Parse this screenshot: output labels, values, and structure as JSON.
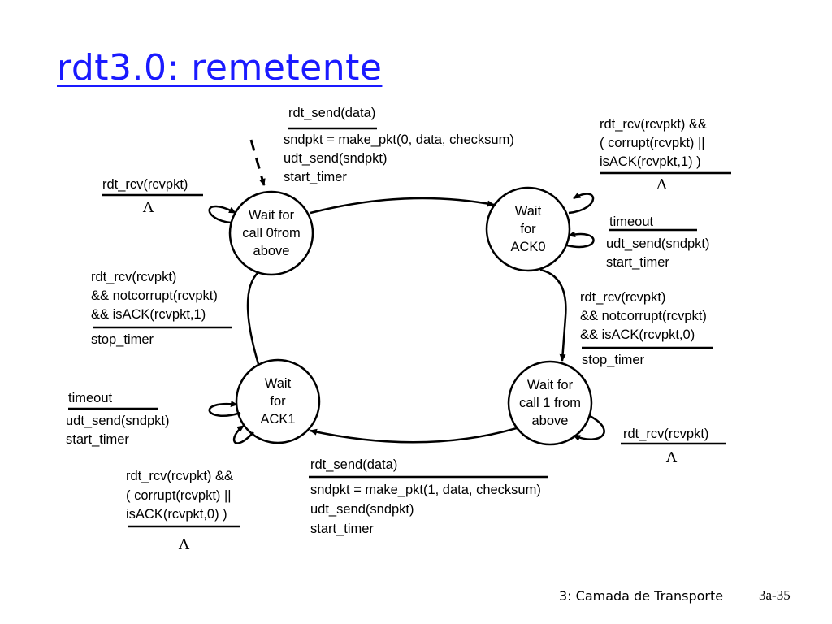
{
  "title": "rdt3.0: remetente",
  "states": [
    {
      "id": "wait-call-0",
      "label": "Wait for\ncall 0from\nabove"
    },
    {
      "id": "wait-ack-0",
      "label": "Wait\nfor\nACK0"
    },
    {
      "id": "wait-call-1",
      "label": "Wait for\ncall 1 from\nabove"
    },
    {
      "id": "wait-ack-1",
      "label": "Wait\nfor\nACK1"
    }
  ],
  "transitions": {
    "send0": {
      "event": "rdt_send(data)",
      "actions": [
        "sndpkt = make_pkt(0, data, checksum)",
        "udt_send(sndpkt)",
        "start_timer"
      ]
    },
    "ack0_bad": {
      "event": [
        "rdt_rcv(rcvpkt) &&",
        "( corrupt(rcvpkt) ||",
        "isACK(rcvpkt,1) )"
      ],
      "action": "Λ"
    },
    "timeout0": {
      "event": "timeout",
      "actions": [
        "udt_send(sndpkt)",
        "start_timer"
      ]
    },
    "ack0_ok": {
      "event": [
        "rdt_rcv(rcvpkt)",
        "&& notcorrupt(rcvpkt)",
        "&& isACK(rcvpkt,0)"
      ],
      "action": "stop_timer"
    },
    "idle1_rcv": {
      "event": "rdt_rcv(rcvpkt)",
      "action": "Λ"
    },
    "send1": {
      "event": "rdt_send(data)",
      "actions": [
        "sndpkt = make_pkt(1, data, checksum)",
        "udt_send(sndpkt)",
        "start_timer"
      ]
    },
    "ack1_bad": {
      "event": [
        "rdt_rcv(rcvpkt) &&",
        "( corrupt(rcvpkt) ||",
        "isACK(rcvpkt,0) )"
      ],
      "action": "Λ"
    },
    "timeout1": {
      "event": "timeout",
      "actions": [
        "udt_send(sndpkt)",
        "start_timer"
      ]
    },
    "ack1_ok": {
      "event": [
        "rdt_rcv(rcvpkt)",
        "&& notcorrupt(rcvpkt)",
        "&& isACK(rcvpkt,1)"
      ],
      "action": "stop_timer"
    },
    "idle0_rcv": {
      "event": "rdt_rcv(rcvpkt)",
      "action": "Λ"
    }
  },
  "footer": {
    "chapter": "3: Camada de Transporte",
    "slide": "3a-35"
  }
}
